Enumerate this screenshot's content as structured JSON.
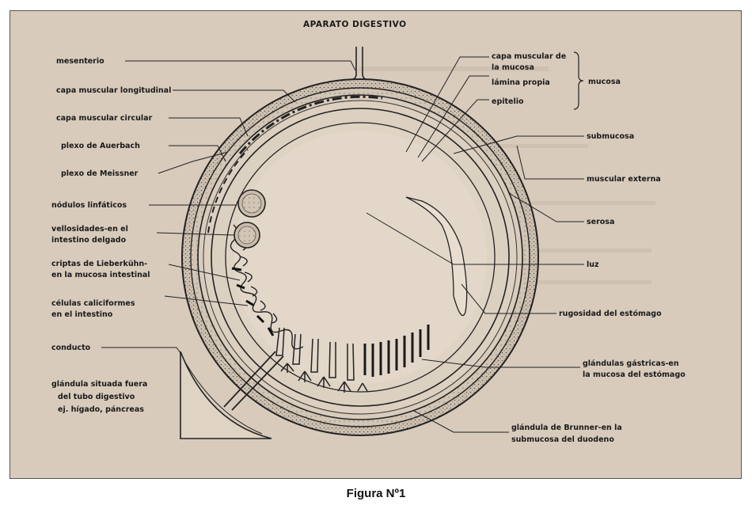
{
  "figure": {
    "title": "APARATO DIGESTIVO",
    "caption": "Figura Nº1"
  },
  "labels": {
    "mesenterio": "mesenterio",
    "capa_muscular_longitudinal": "capa muscular longitudinal",
    "capa_muscular_circular": "capa muscular circular",
    "plexo_auerbach": "plexo de Auerbach",
    "plexo_meissner": "plexo de Meissner",
    "nodulos_linfaticos": "nódulos linfáticos",
    "vellosidades_1": "vellosidades-en el",
    "vellosidades_2": "intestino delgado",
    "criptas_1": "criptas de Lieberkühn-",
    "criptas_2": "en la mucosa intestinal",
    "celulas_1": "células caliciformes",
    "celulas_2": "en el intestino",
    "conducto": "conducto",
    "glandula_fuera_1": "glándula situada fuera",
    "glandula_fuera_2": "del tubo digestivo",
    "glandula_fuera_3": "ej. hígado, páncreas",
    "capa_muscular_mucosa_1": "capa muscular de",
    "capa_muscular_mucosa_2": "la mucosa",
    "lamina_propia": "lámina propia",
    "epitelio": "epitelio",
    "mucosa": "mucosa",
    "submucosa": "submucosa",
    "muscular_externa": "muscular externa",
    "serosa": "serosa",
    "luz": "luz",
    "rugosidad": "rugosidad del estómago",
    "glandulas_gastricas_1": "glándulas gástricas-en",
    "glandulas_gastricas_2": "la mucosa del estómago",
    "brunner_1": "glándula de Brunner-en la",
    "brunner_2": "submucosa del duodeno"
  }
}
